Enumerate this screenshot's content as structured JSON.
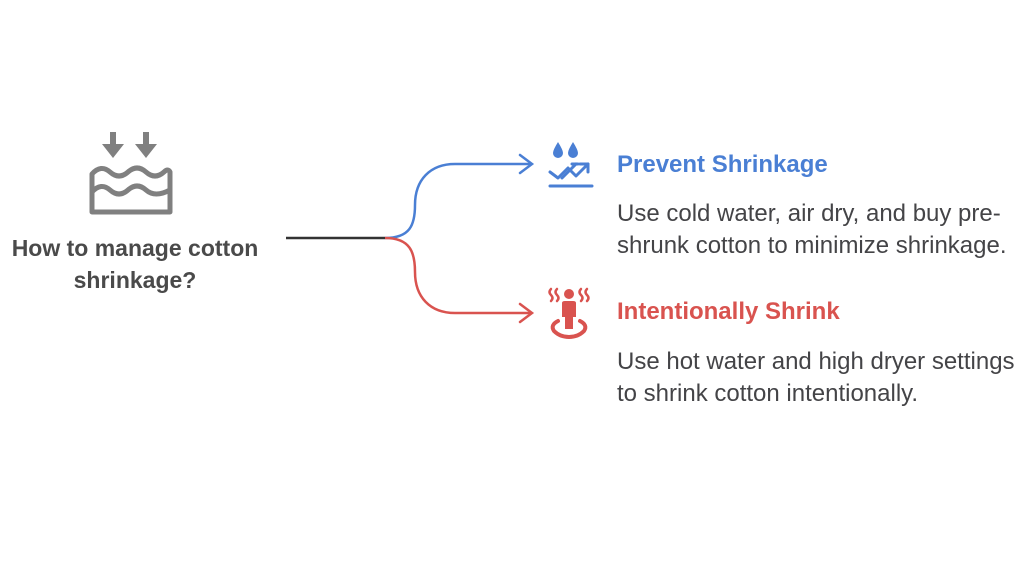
{
  "diagram": {
    "root": {
      "label": "How to manage cotton shrinkage?",
      "icon": "water-wash-icon",
      "color": "#808080"
    },
    "branches": [
      {
        "title": "Prevent Shrinkage",
        "description": "Use cold water, air dry, and buy pre-shrunk cotton to minimize shrinkage.",
        "icon": "water-drops-trend-icon",
        "color": "#4a7fd4"
      },
      {
        "title": "Intentionally Shrink",
        "description": "Use hot water and high dryer settings to shrink cotton intentionally.",
        "icon": "heat-person-icon",
        "color": "#d9534f"
      }
    ],
    "connector_color": "#333333"
  }
}
